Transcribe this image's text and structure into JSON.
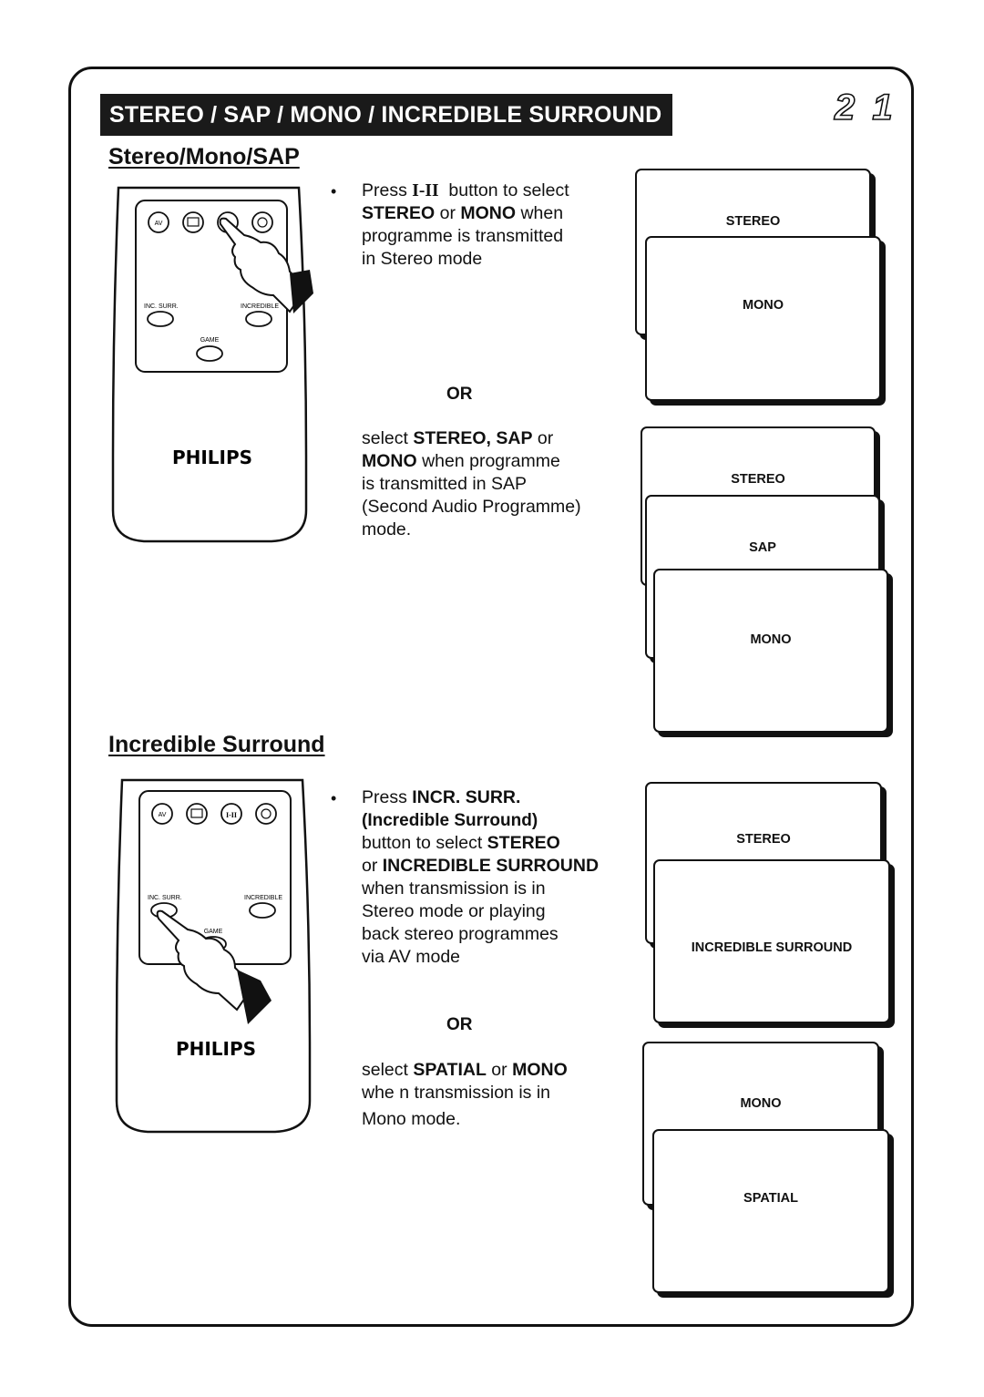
{
  "header": {
    "title": "STEREO / SAP / MONO / INCREDIBLE SURROUND",
    "page_number": "2 1"
  },
  "section1": {
    "heading": "Stereo/Mono/SAP",
    "bullet": "•",
    "p1_l1_pre": "Press",
    "p1_l1_sym": "I-II",
    "p1_l1_post": "button  to select",
    "p1_l2_a": "STEREO",
    "p1_l2_b": " or ",
    "p1_l2_c": "MONO",
    "p1_l2_d": " when",
    "p1_l3": "programme is transmitted",
    "p1_l4": "in Stereo mode",
    "or": "OR",
    "p2_l1_a": "select ",
    "p2_l1_b": "STEREO, SAP",
    "p2_l1_c": " or",
    "p2_l2_a": "MONO",
    "p2_l2_b": " when programme",
    "p2_l3": "is transmitted in SAP",
    "p2_l4": "(Second Audio Programme)",
    "p2_l5": "mode.",
    "screens_a": [
      "STEREO",
      "MONO"
    ],
    "screens_b": [
      "STEREO",
      "SAP",
      "MONO"
    ]
  },
  "section2": {
    "heading": "Incredible Surround",
    "bullet": "•",
    "l1_a": "Press ",
    "l1_b": "INCR. SURR.",
    "l2": "(Incredible Surround)",
    "l3_a": "button to select ",
    "l3_b": "STEREO",
    "l4_a": "or ",
    "l4_b": "INCREDIBLE SURROUND",
    "l5": "when transmission is in",
    "l6": "Stereo mode or playing",
    "l7": "back stereo programmes",
    "l8": "via AV mode",
    "or": "OR",
    "m1_a": "select ",
    "m1_b": "SPATIAL",
    "m1_c": " or ",
    "m1_d": "MONO",
    "m2": "whe n transmission is in",
    "m3": "Mono mode.",
    "screens_a": [
      "STEREO",
      "INCREDIBLE SURROUND"
    ],
    "screens_b": [
      "MONO",
      "SPATIAL"
    ]
  },
  "remote": {
    "brand": "PHILIPS",
    "btn_av": "AV",
    "btn_i_ii": "I-II",
    "btn_inc_surr": "INC. SURR.",
    "btn_incredible": "INCREDIBLE",
    "btn_game": "GAME"
  }
}
